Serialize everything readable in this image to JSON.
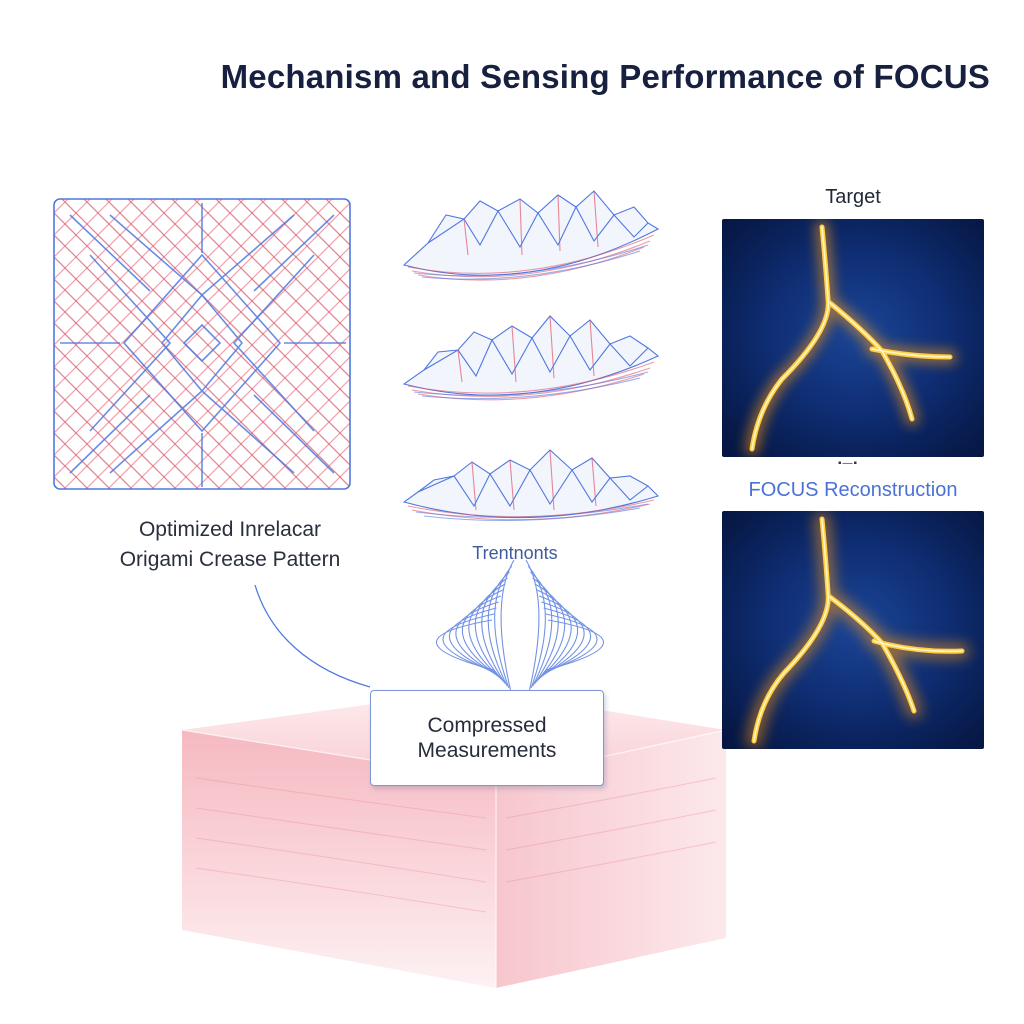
{
  "title": "Mechanism and Sensing Performance of FOCUS",
  "crease_pattern": {
    "label_line1": "Optimized Inrelacar",
    "label_line2": "Origami Crease Pattern"
  },
  "folded_states": {
    "count": 3
  },
  "waves": {
    "label": "Trentnonts"
  },
  "measurement_box": {
    "line1": "Compressed",
    "line2": "Measurements"
  },
  "target": {
    "label": "Target"
  },
  "reconstruction": {
    "label": "FOCUS Reconstruction"
  },
  "colors": {
    "title": "#17203f",
    "crease_red": "#e0566a",
    "crease_blue": "#4f78e0",
    "panel_bg": "#0f2e74",
    "vessel_glow": "#ffb020",
    "reconstruction_label": "#4a72d6"
  }
}
